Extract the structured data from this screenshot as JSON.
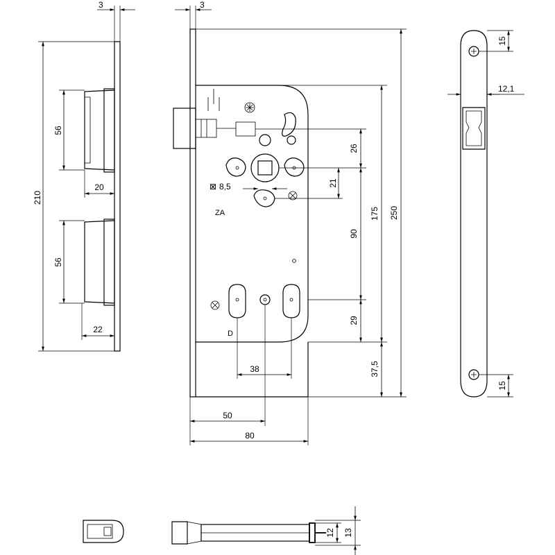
{
  "views": {
    "strike_plate": {
      "dims": {
        "thickness": "3",
        "overall_height": "210",
        "upper_recess_height": "56",
        "upper_recess_depth": "20",
        "lower_recess_height": "56",
        "lower_recess_depth": "22"
      }
    },
    "lock_body": {
      "dims": {
        "faceplate_thickness": "3",
        "latch_to_spindle": "26",
        "spindle_to_bolt": "21",
        "spindle_square": "8,5",
        "spindle_to_lower_hole": "90",
        "lower_hole_to_case_bottom": "29",
        "case_height": "175",
        "overall_height": "250",
        "bottom_offset": "37,5",
        "hole_spacing": "38",
        "backset": "50",
        "case_depth": "80"
      },
      "markings": {
        "spindle_symbol": "⊠",
        "hand_mark": "D",
        "logo": "ZA"
      }
    },
    "faceplate": {
      "dims": {
        "top_hole_offset": "15",
        "width": "12,1",
        "bottom_hole_offset": "15"
      }
    },
    "latch_detail": {
      "dims": {
        "inner": "12",
        "outer": "13"
      }
    }
  }
}
